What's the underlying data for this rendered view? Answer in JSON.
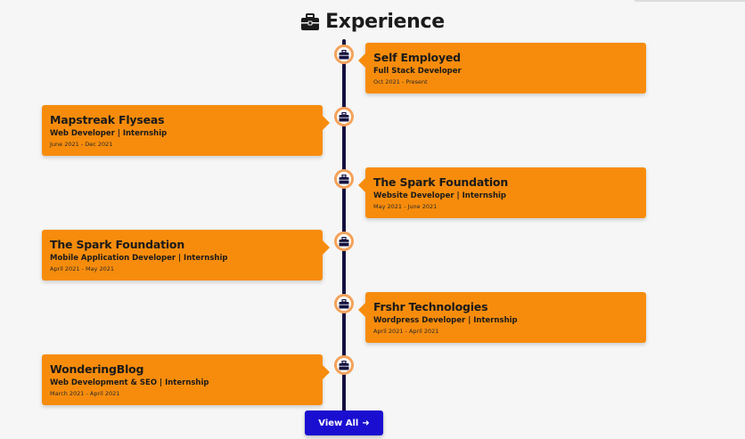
{
  "section": {
    "title": "Experience",
    "icon": "briefcase-icon"
  },
  "colors": {
    "card": "#f78c0c",
    "timeline": "#14113f",
    "button": "#1a0fd0"
  },
  "experiences": [
    {
      "company": "Self Employed",
      "role": "Full Stack Developer",
      "period": "Oct 2021 - Present"
    },
    {
      "company": "Mapstreak Flyseas",
      "role": "Web Developer | Internship",
      "period": "June 2021 - Dec 2021"
    },
    {
      "company": "The Spark Foundation",
      "role": "Website Developer | Internship",
      "period": "May 2021 - June 2021"
    },
    {
      "company": "The Spark Foundation",
      "role": "Mobile Application Developer | Internship",
      "period": "April 2021 - May 2021"
    },
    {
      "company": "Frshr Technologies",
      "role": "Wordpress Developer | Internship",
      "period": "April 2021 - April 2021"
    },
    {
      "company": "WonderingBlog",
      "role": "Web Development & SEO | Internship",
      "period": "March 2021 - April 2021"
    }
  ],
  "view_all": {
    "label": "View All",
    "icon": "arrow-right-icon"
  }
}
